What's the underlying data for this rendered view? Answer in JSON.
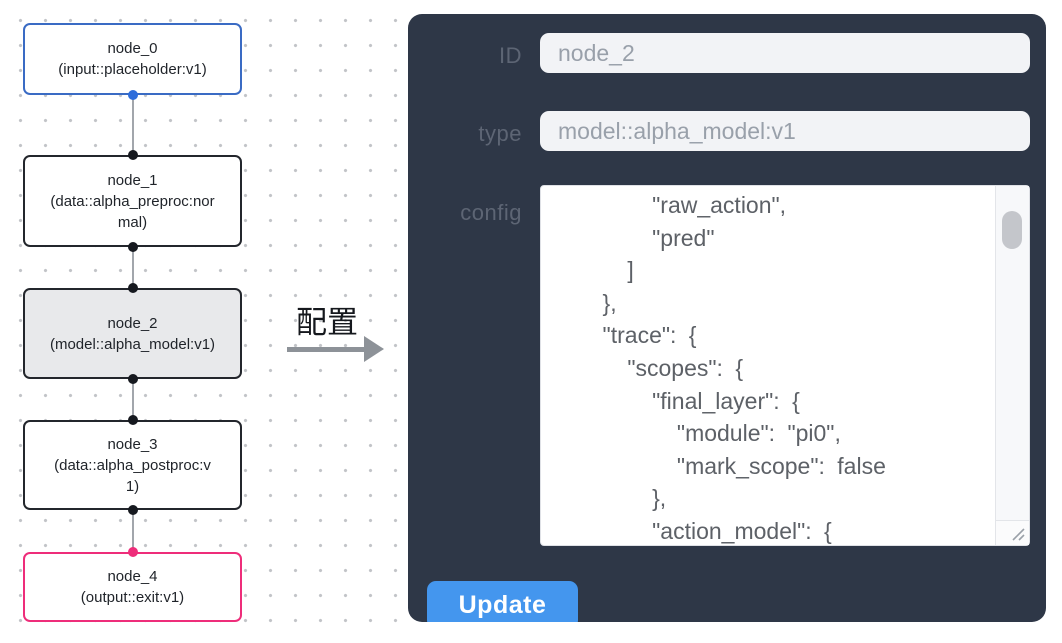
{
  "canvas": {
    "transition_label": "配置",
    "nodes": [
      {
        "title": "node_0",
        "subtitle": "(input::placeholder:v1)"
      },
      {
        "title": "node_1",
        "subtitle": "(data::alpha_preproc:normal)"
      },
      {
        "title": "node_2",
        "subtitle": "(model::alpha_model:v1)"
      },
      {
        "title": "node_3",
        "subtitle": "(data::alpha_postproc:v1)"
      },
      {
        "title": "node_4",
        "subtitle": "(output::exit:v1)"
      }
    ],
    "colors": {
      "input_node_border": "#3a6bc4",
      "default_node_border": "#23262c",
      "selected_node_bg": "#e8e9eb",
      "output_node_border": "#ee2d7a",
      "input_port": "#2e6ddb",
      "default_port": "#16191f",
      "output_port": "#ee2d7a",
      "edge": "#a2a6ac"
    }
  },
  "panel": {
    "bg": "#2e3747",
    "fields": {
      "id": {
        "label": "ID",
        "value": "node_2"
      },
      "type": {
        "label": "type",
        "value": "model::alpha_model:v1"
      },
      "config": {
        "label": "config",
        "value": "        \"raw_action\",\n        \"pred\"\n      ]\n    },\n    \"trace\": {\n      \"scopes\": {\n        \"final_layer\": {\n          \"module\": \"pi0\",\n          \"mark_scope\": false\n        },\n        \"action_model\": {"
      }
    },
    "update_button": {
      "label": "Update",
      "color": "#4496ee"
    }
  }
}
